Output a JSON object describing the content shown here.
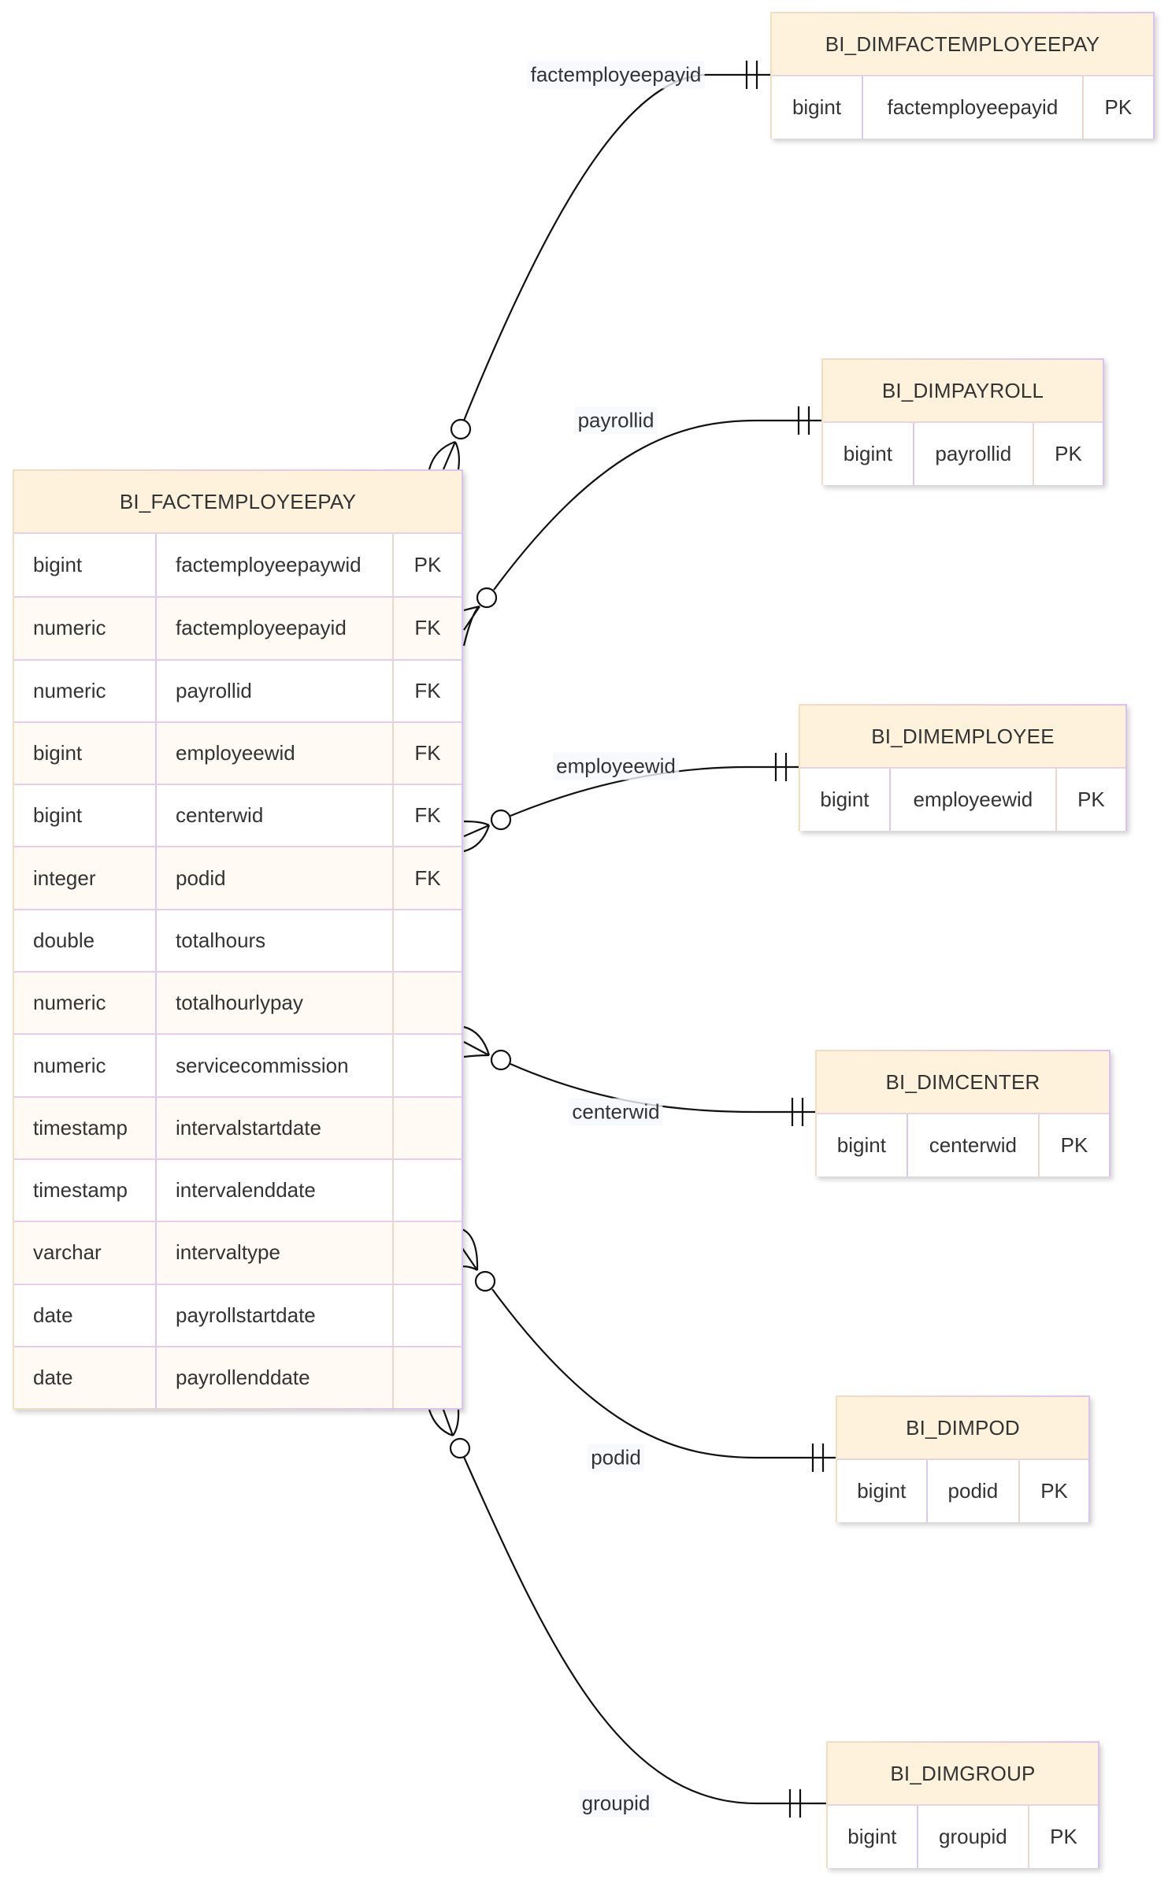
{
  "fact_table": {
    "name": "BI_FACTEMPLOYEEPAY",
    "columns": [
      {
        "type": "bigint",
        "name": "factemployeepaywid",
        "key": "PK"
      },
      {
        "type": "numeric",
        "name": "factemployeepayid",
        "key": "FK"
      },
      {
        "type": "numeric",
        "name": "payrollid",
        "key": "FK"
      },
      {
        "type": "bigint",
        "name": "employeewid",
        "key": "FK"
      },
      {
        "type": "bigint",
        "name": "centerwid",
        "key": "FK"
      },
      {
        "type": "integer",
        "name": "podid",
        "key": "FK"
      },
      {
        "type": "double",
        "name": "totalhours",
        "key": ""
      },
      {
        "type": "numeric",
        "name": "totalhourlypay",
        "key": ""
      },
      {
        "type": "numeric",
        "name": "servicecommission",
        "key": ""
      },
      {
        "type": "timestamp",
        "name": "intervalstartdate",
        "key": ""
      },
      {
        "type": "timestamp",
        "name": "intervalenddate",
        "key": ""
      },
      {
        "type": "varchar",
        "name": "intervaltype",
        "key": ""
      },
      {
        "type": "date",
        "name": "payrollstartdate",
        "key": ""
      },
      {
        "type": "date",
        "name": "payrollenddate",
        "key": ""
      }
    ]
  },
  "dim_tables": [
    {
      "name": "BI_DIMFACTEMPLOYEEPAY",
      "columns": [
        {
          "type": "bigint",
          "name": "factemployeepayid",
          "key": "PK"
        }
      ]
    },
    {
      "name": "BI_DIMPAYROLL",
      "columns": [
        {
          "type": "bigint",
          "name": "payrollid",
          "key": "PK"
        }
      ]
    },
    {
      "name": "BI_DIMEMPLOYEE",
      "columns": [
        {
          "type": "bigint",
          "name": "employeewid",
          "key": "PK"
        }
      ]
    },
    {
      "name": "BI_DIMCENTER",
      "columns": [
        {
          "type": "bigint",
          "name": "centerwid",
          "key": "PK"
        }
      ]
    },
    {
      "name": "BI_DIMPOD",
      "columns": [
        {
          "type": "bigint",
          "name": "podid",
          "key": "PK"
        }
      ]
    },
    {
      "name": "BI_DIMGROUP",
      "columns": [
        {
          "type": "bigint",
          "name": "groupid",
          "key": "PK"
        }
      ]
    }
  ],
  "relationships": [
    {
      "label": "factemployeepayid",
      "from": "BI_FACTEMPLOYEEPAY",
      "to": "BI_DIMFACTEMPLOYEEPAY",
      "from_cardinality": "zero-or-many",
      "to_cardinality": "exactly-one"
    },
    {
      "label": "payrollid",
      "from": "BI_FACTEMPLOYEEPAY",
      "to": "BI_DIMPAYROLL",
      "from_cardinality": "zero-or-many",
      "to_cardinality": "exactly-one"
    },
    {
      "label": "employeewid",
      "from": "BI_FACTEMPLOYEEPAY",
      "to": "BI_DIMEMPLOYEE",
      "from_cardinality": "zero-or-many",
      "to_cardinality": "exactly-one"
    },
    {
      "label": "centerwid",
      "from": "BI_FACTEMPLOYEEPAY",
      "to": "BI_DIMCENTER",
      "from_cardinality": "zero-or-many",
      "to_cardinality": "exactly-one"
    },
    {
      "label": "podid",
      "from": "BI_FACTEMPLOYEEPAY",
      "to": "BI_DIMPOD",
      "from_cardinality": "zero-or-many",
      "to_cardinality": "exactly-one"
    },
    {
      "label": "groupid",
      "from": "BI_FACTEMPLOYEEPAY",
      "to": "BI_DIMGROUP",
      "from_cardinality": "zero-or-many",
      "to_cardinality": "exactly-one"
    }
  ]
}
